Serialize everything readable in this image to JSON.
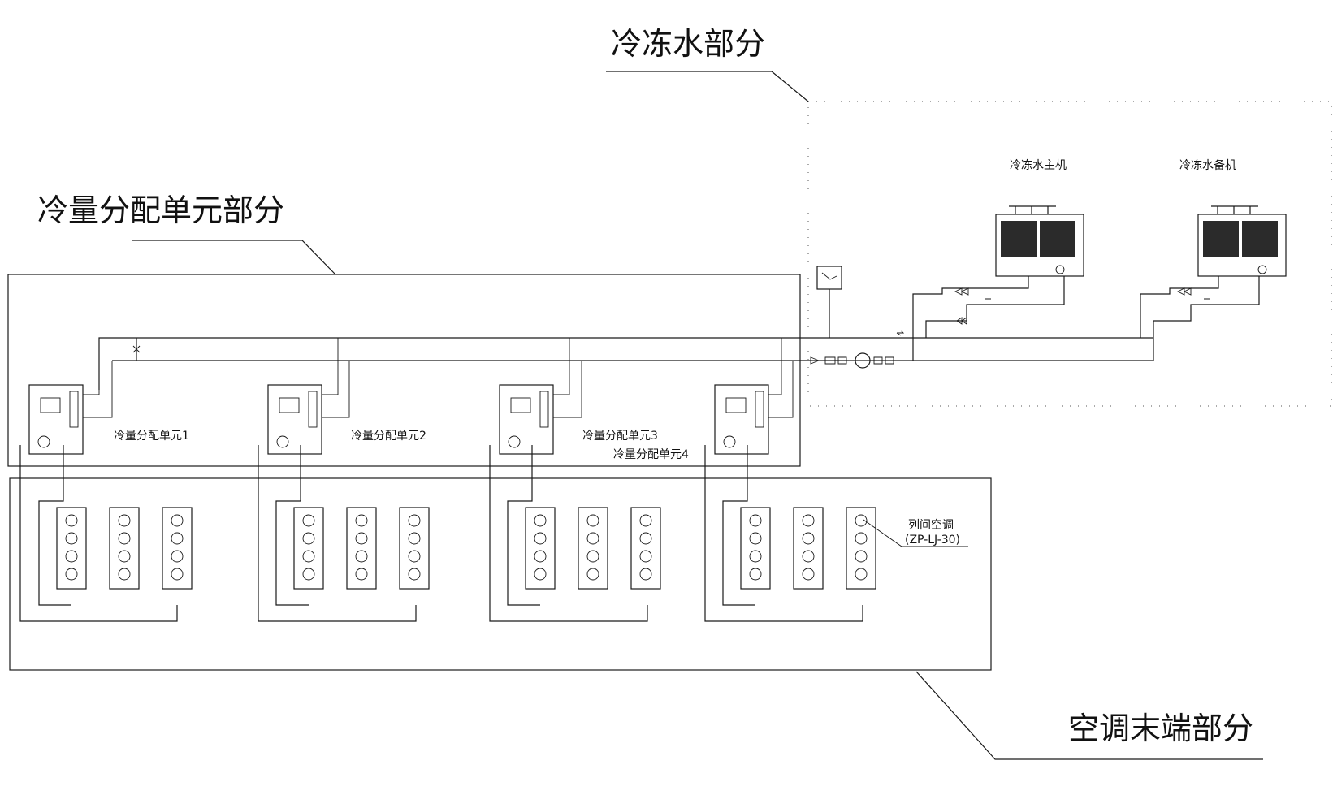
{
  "titles": {
    "chilled_water": "冷冻水部分",
    "cdu": "冷量分配单元部分",
    "terminal": "空调末端部分"
  },
  "chillers": {
    "main": "冷冻水主机",
    "backup": "冷冻水备机"
  },
  "cdu_units": [
    "冷量分配单元1",
    "冷量分配单元2",
    "冷量分配单元3",
    "冷量分配单元4"
  ],
  "terminal_note": {
    "name": "列间空调",
    "model": "(ZP-LJ-30)"
  }
}
